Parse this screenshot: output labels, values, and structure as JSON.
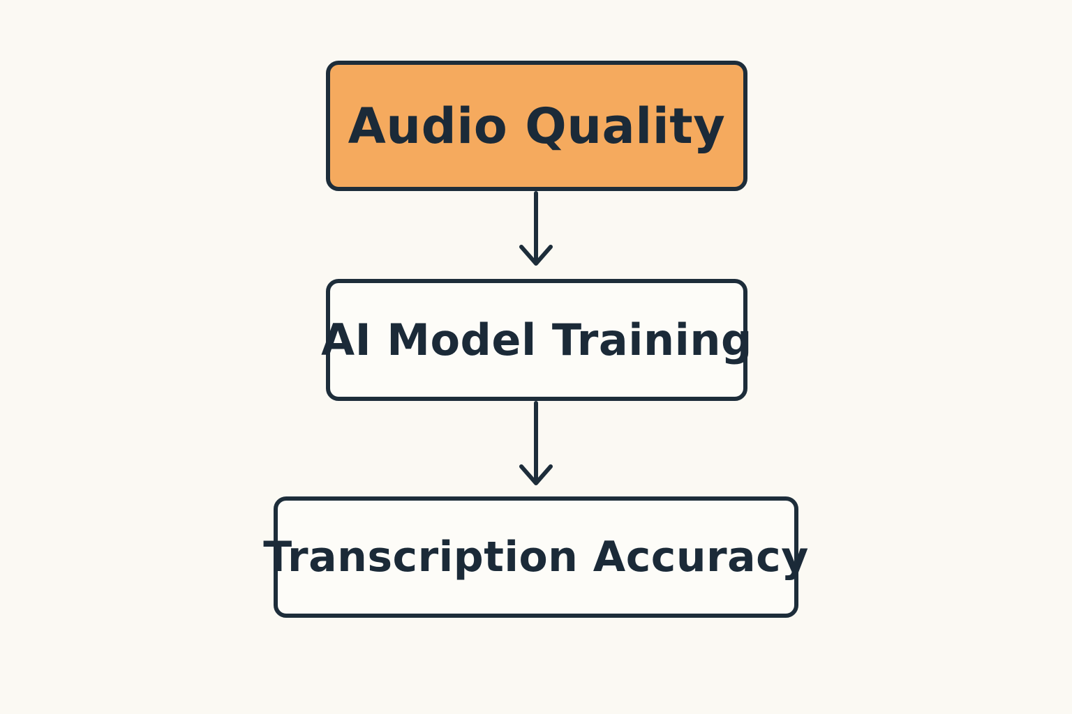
{
  "diagram": {
    "nodes": [
      {
        "id": "audio-quality",
        "label": "Audio Quality",
        "highlighted": true
      },
      {
        "id": "ai-model-training",
        "label": "AI Model Training",
        "highlighted": false
      },
      {
        "id": "transcription-accuracy",
        "label": "Transcription Accuracy",
        "highlighted": false
      }
    ],
    "edges": [
      {
        "from": "audio-quality",
        "to": "ai-model-training"
      },
      {
        "from": "ai-model-training",
        "to": "transcription-accuracy"
      }
    ]
  },
  "colors": {
    "highlight_fill": "#f5aa5e",
    "node_fill": "#fdfcf8",
    "stroke": "#1d2d3a",
    "text": "#1b2a38",
    "background": "#fbf9f3"
  }
}
